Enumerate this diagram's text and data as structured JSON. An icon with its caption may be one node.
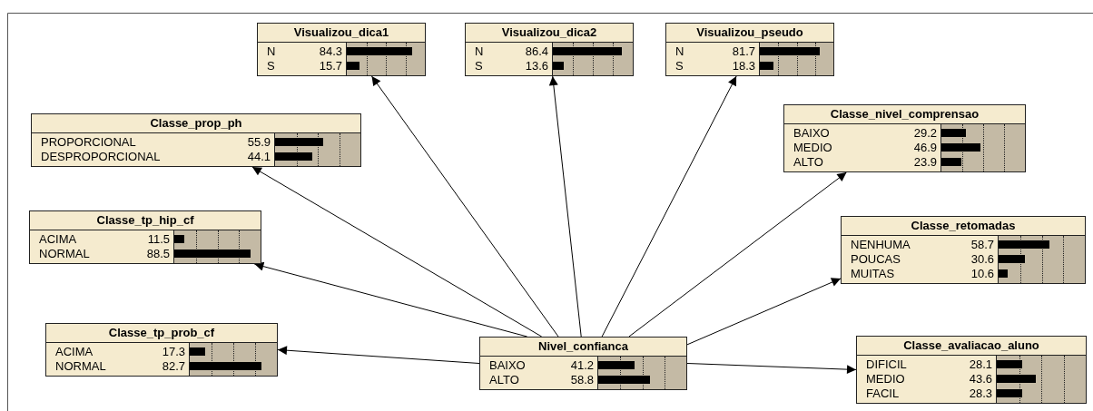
{
  "diagram": {
    "nodes": [
      {
        "text": [
          "Visualizou_dica1",
          "N",
          "84.3",
          "S",
          "15.7"
        ]
      },
      {
        "text": [
          "Visualizou_dica2",
          "N",
          "86.4",
          "S",
          "13.6"
        ]
      },
      {
        "text": [
          "Visualizou_pseudo",
          "N",
          "81.7",
          "S",
          "18.3"
        ]
      },
      {
        "text": [
          "Classe_nivel_comprensao",
          "BAIXO",
          "29.2",
          "MEDIO",
          "46.9",
          "ALTO",
          "23.9"
        ]
      },
      {
        "text": [
          "Classe_prop_ph",
          "PROPORCIONAL",
          "55.9",
          "DESPROPORCIONAL",
          "44.1"
        ]
      },
      {
        "text": [
          "Classe_tp_hip_cf",
          "ACIMA",
          "11.5",
          "NORMAL",
          "88.5"
        ]
      },
      {
        "text": [
          "Classe_retomadas",
          "NENHUMA",
          "58.7",
          "POUCAS",
          "30.6",
          "MUITAS",
          "10.6"
        ]
      },
      {
        "text": [
          "Classe_tp_prob_cf",
          "ACIMA",
          "17.3",
          "NORMAL",
          "82.7"
        ]
      },
      {
        "text": [
          "Nivel_confianca",
          "BAIXO",
          "41.2",
          "ALTO",
          "58.8"
        ]
      },
      {
        "text": [
          "Classe_avaliacao_aluno",
          "DIFICIL",
          "28.1",
          "MEDIO",
          "43.6",
          "FACIL",
          "28.3"
        ]
      }
    ],
    "edges": [
      {
        "from": 8,
        "to": 0,
        "arrow": "to"
      },
      {
        "from": 8,
        "to": 1,
        "arrow": "to"
      },
      {
        "from": 8,
        "to": 2,
        "arrow": "to"
      },
      {
        "from": 8,
        "to": 3,
        "arrow": "to"
      },
      {
        "from": 8,
        "to": 4,
        "arrow": "to"
      },
      {
        "from": 8,
        "to": 5,
        "arrow": "to"
      },
      {
        "from": 8,
        "to": 6,
        "arrow": "to"
      },
      {
        "from": 8,
        "to": 7,
        "arrow": "to"
      },
      {
        "from": 8,
        "to": 9,
        "arrow": "to"
      }
    ]
  }
}
